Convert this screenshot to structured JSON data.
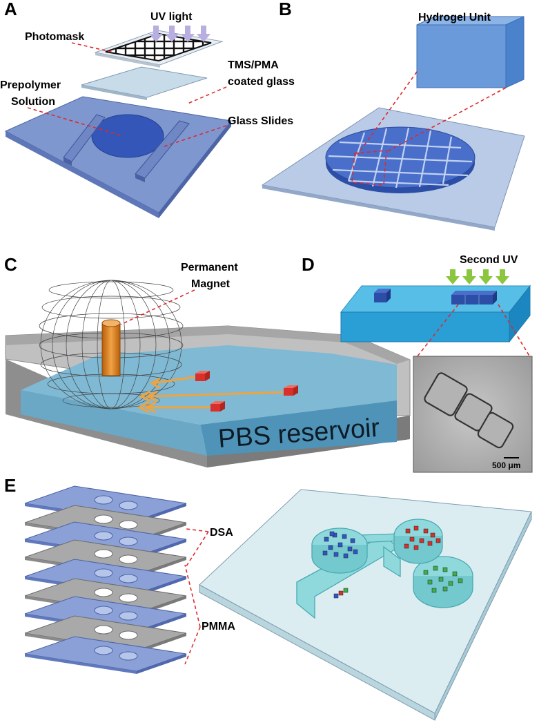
{
  "panels": {
    "a": {
      "letter": "A",
      "labels": {
        "uv_light": "UV light",
        "photomask": "Photomask",
        "coated_glass_1": "TMS/PMA",
        "coated_glass_2": "coated glass",
        "prepolymer_1": "Prepolymer",
        "prepolymer_2": "Solution",
        "glass_slides": "Glass Slides"
      }
    },
    "b": {
      "letter": "B",
      "labels": {
        "hydrogel_unit": "Hydrogel Unit"
      }
    },
    "c": {
      "letter": "C",
      "labels": {
        "magnet_1": "Permanent",
        "magnet_2": "Magnet",
        "reservoir": "PBS reservoir"
      }
    },
    "d": {
      "letter": "D",
      "labels": {
        "second_uv": "Second UV",
        "scale_bar": "500 μm"
      }
    },
    "e": {
      "letter": "E",
      "labels": {
        "dsa": "DSA",
        "pmma": "PMMA"
      }
    }
  },
  "colors": {
    "glass_blue": "#7f97cf",
    "light_blue": "#b9cbe6",
    "hydrogel_blue": "#3f66c4",
    "uv_arrow": "#b9aee0",
    "second_uv_arrow": "#8cc63f",
    "reservoir": "#6aa8c6",
    "magnet": "#e58a1f",
    "cube_red": "#d8302b",
    "leader_red": "#e0282a",
    "dsa_gray": "#a9a9a9",
    "chip_cyan": "#8fd9dd"
  },
  "icons": [
    "uv-arrow-icon",
    "magnet-icon",
    "cube-icon",
    "field-line-icon"
  ]
}
